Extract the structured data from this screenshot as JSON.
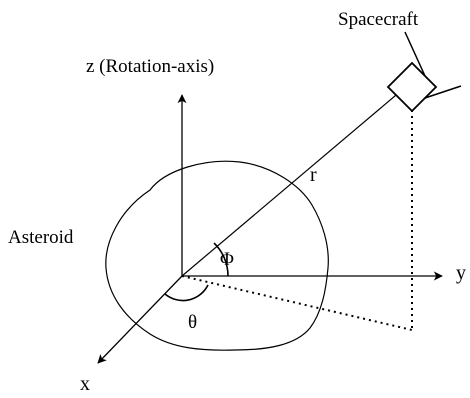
{
  "labels": {
    "spacecraft": "Spacecraft",
    "z_axis": "z (Rotation-axis)",
    "radius": "r",
    "asteroid": "Asteroid",
    "phi": "Φ",
    "theta": "θ",
    "y_axis": "y",
    "x_axis": "x"
  },
  "colors": {
    "stroke": "#000000",
    "background": "#ffffff"
  }
}
